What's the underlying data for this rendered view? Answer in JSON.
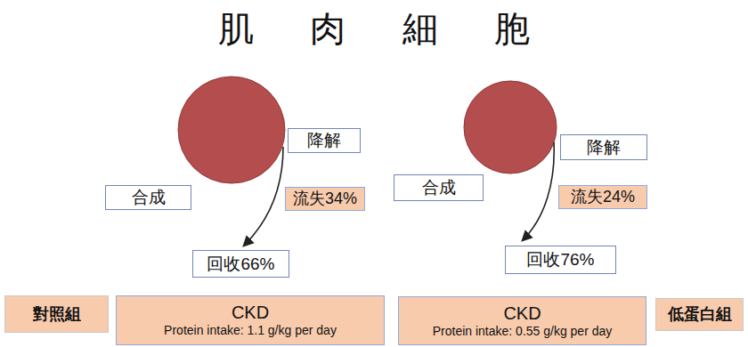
{
  "diagram": {
    "title": "肌 肉 細 胞",
    "nodes": [
      {
        "text": [
          "降解"
        ]
      },
      {
        "text": [
          "合成"
        ]
      },
      {
        "text": [
          "流失34%"
        ]
      },
      {
        "text": [
          "回收66%"
        ]
      },
      {
        "text": [
          "降解"
        ]
      },
      {
        "text": [
          "合成"
        ]
      },
      {
        "text": [
          "流失24%"
        ]
      },
      {
        "text": [
          "回收76%"
        ]
      },
      {
        "text": [
          "對照組"
        ]
      },
      {
        "text": [
          "CKD",
          "Protein intake: 1.1 g/kg per day"
        ]
      },
      {
        "text": [
          "CKD",
          "Protein intake: 0.55 g/kg per day"
        ]
      },
      {
        "text": [
          "低蛋白組"
        ]
      }
    ]
  }
}
